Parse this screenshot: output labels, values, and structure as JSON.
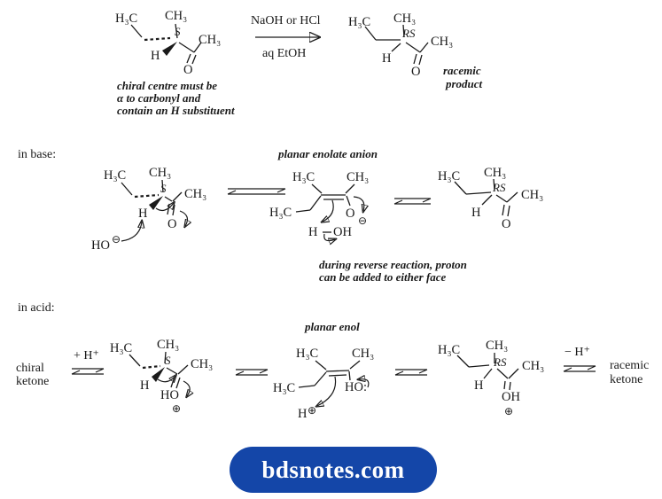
{
  "top": {
    "reactant": {
      "h3c": "H₃C",
      "ch3_top": "CH₃",
      "stereo": "S",
      "ch3_right": "CH₃",
      "h": "H",
      "o": "O"
    },
    "arrow_top": "NaOH or HCl",
    "arrow_bottom": "aq EtOH",
    "product": {
      "h3c": "H₃C",
      "ch3_top": "CH₃",
      "stereo": "RS",
      "ch3_right": "CH₃",
      "h": "H",
      "o": "O"
    },
    "reactant_caption": [
      "chiral centre must be",
      "α to carbonyl and",
      "contain an H substituent"
    ],
    "product_caption": [
      "racemic",
      "product"
    ]
  },
  "base": {
    "label": "in base:",
    "ketone_s": {
      "h3c": "H₃C",
      "ch3_top": "CH₃",
      "stereo": "S",
      "ch3_right": "CH₃",
      "h": "H",
      "o": "O"
    },
    "hydroxide": {
      "text": "HO",
      "charge": "⊖"
    },
    "enolate_title": "planar enolate anion",
    "enolate": {
      "h3c_top": "H₃C",
      "ch3_top": "CH₃",
      "h3c_bottom": "H₃C",
      "o": "O",
      "charge": "⊖",
      "water_h": "H",
      "water_oh": "OH"
    },
    "caption": [
      "during reverse reaction, proton",
      "can be added to either face"
    ],
    "ketone_rs": {
      "h3c": "H₃C",
      "ch3_top": "CH₃",
      "stereo": "RS",
      "ch3_right": "CH₃",
      "h": "H",
      "o": "O"
    }
  },
  "acid": {
    "label": "in acid:",
    "left_name": [
      "chiral",
      "ketone"
    ],
    "plus_h": "+ H⁺",
    "ketone_s": {
      "h3c": "H₃C",
      "ch3_top": "CH₃",
      "stereo": "S",
      "ch3_right": "CH₃",
      "h": "H",
      "oh": "HO",
      "charge": "⊕"
    },
    "enol_title": "planar enol",
    "enol": {
      "h3c_top": "H₃C",
      "ch3_top": "CH₃",
      "h3c_bottom": "H₃C",
      "ho": "HO:",
      "h": "H",
      "charge": "⊕"
    },
    "ketone_rs": {
      "h3c": "H₃C",
      "ch3_top": "CH₃",
      "stereo": "RS",
      "ch3_right": "CH₃",
      "h": "H",
      "oh": "OH",
      "charge": "⊕"
    },
    "minus_h": "− H⁺",
    "right_name": [
      "racemic",
      "ketone"
    ]
  },
  "footer": {
    "brand": "bdsnotes.com",
    "background": "#1446a8",
    "text_color": "#ffffff"
  }
}
